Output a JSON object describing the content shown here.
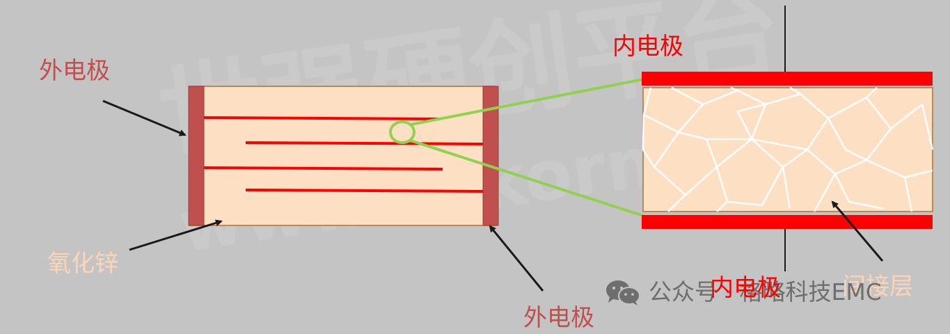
{
  "labels": {
    "outer_electrode_left": "外电极",
    "outer_electrode_bottom": "外电极",
    "zinc_oxide": "氧化锌",
    "inner_electrode_top": "内电极",
    "inner_electrode_bottom": "内电极",
    "grain_boundary_layer": "间接层"
  },
  "watermark": {
    "main": "世强硬创平台",
    "url": "www.sekorm.com"
  },
  "footer": {
    "text": "公众号 · 格略科技EMC"
  },
  "colors": {
    "background": "#c4c4c4",
    "ceramic_body": "#fde0c4",
    "ceramic_border": "#b8895a",
    "outer_electrode": "#c0504d",
    "inner_electrode": "#ff0000",
    "zoom_lines": "#92d050",
    "grain_lines": "#ffffff",
    "label_red": "#c0504d",
    "label_bright_red": "#ff0000",
    "label_peach": "#fbd5b5",
    "arrow": "#1a1a1a"
  }
}
